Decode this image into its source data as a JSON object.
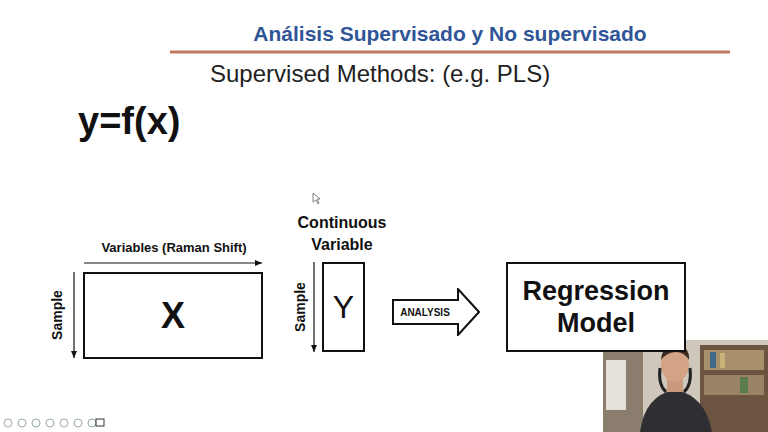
{
  "diagram": {
    "title": "Análisis Supervisado y No supervisado",
    "nodes": [
      {
        "text": [
          "X"
        ]
      },
      {
        "text": [
          "Y"
        ]
      },
      {
        "text": [
          "ANALYSIS"
        ]
      },
      {
        "text": [
          "Regression Model"
        ]
      }
    ],
    "labels": [
      "Supervised Methods: (e.g. PLS)",
      "y=f(x)",
      "Variables (Raman Shift)",
      "Sample",
      "Continuous Variable",
      "Sample"
    ]
  }
}
